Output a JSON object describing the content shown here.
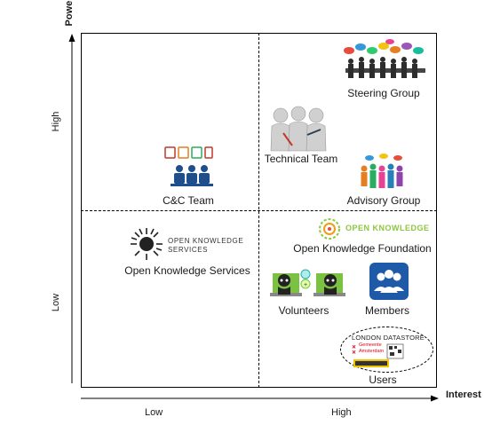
{
  "axes": {
    "x_title": "Interest",
    "y_title": "Power",
    "x_low": "Low",
    "x_high": "High",
    "y_low": "Low",
    "y_high": "High"
  },
  "stakeholders": {
    "steering_group": "Steering Group",
    "technical_team": "Technical Team",
    "advisory_group": "Advisory Group",
    "cc_team": "C&C Team",
    "okf": "Open Knowledge Foundation",
    "oks": "Open Knowledge Services",
    "volunteers": "Volunteers",
    "members": "Members",
    "users": "Users"
  },
  "logos": {
    "okf_logo_text": "OPEN KNOWLEDGE",
    "oks_logo_line1": "OPEN KNOWLEDGE",
    "oks_logo_line2": "SERVICES",
    "london_datastore": "LONDON DATASTORE",
    "gemeente_line1": "Gemeente",
    "gemeente_line2": "Amsterdam"
  },
  "colors": {
    "okf_green": "#8dc63f",
    "members_blue": "#1e5aa8",
    "cc_blue": "#1f4e8c",
    "gemeente_red": "#e3001b",
    "github_teal": "#3aa",
    "laptop_green": "#7cc242"
  },
  "icons": [
    "steering-group-icon",
    "technical-team-icon",
    "advisory-group-icon",
    "cc-team-icon",
    "okf-logo-icon",
    "oks-logo-icon",
    "volunteers-icon",
    "members-icon",
    "users-logos-icon"
  ]
}
